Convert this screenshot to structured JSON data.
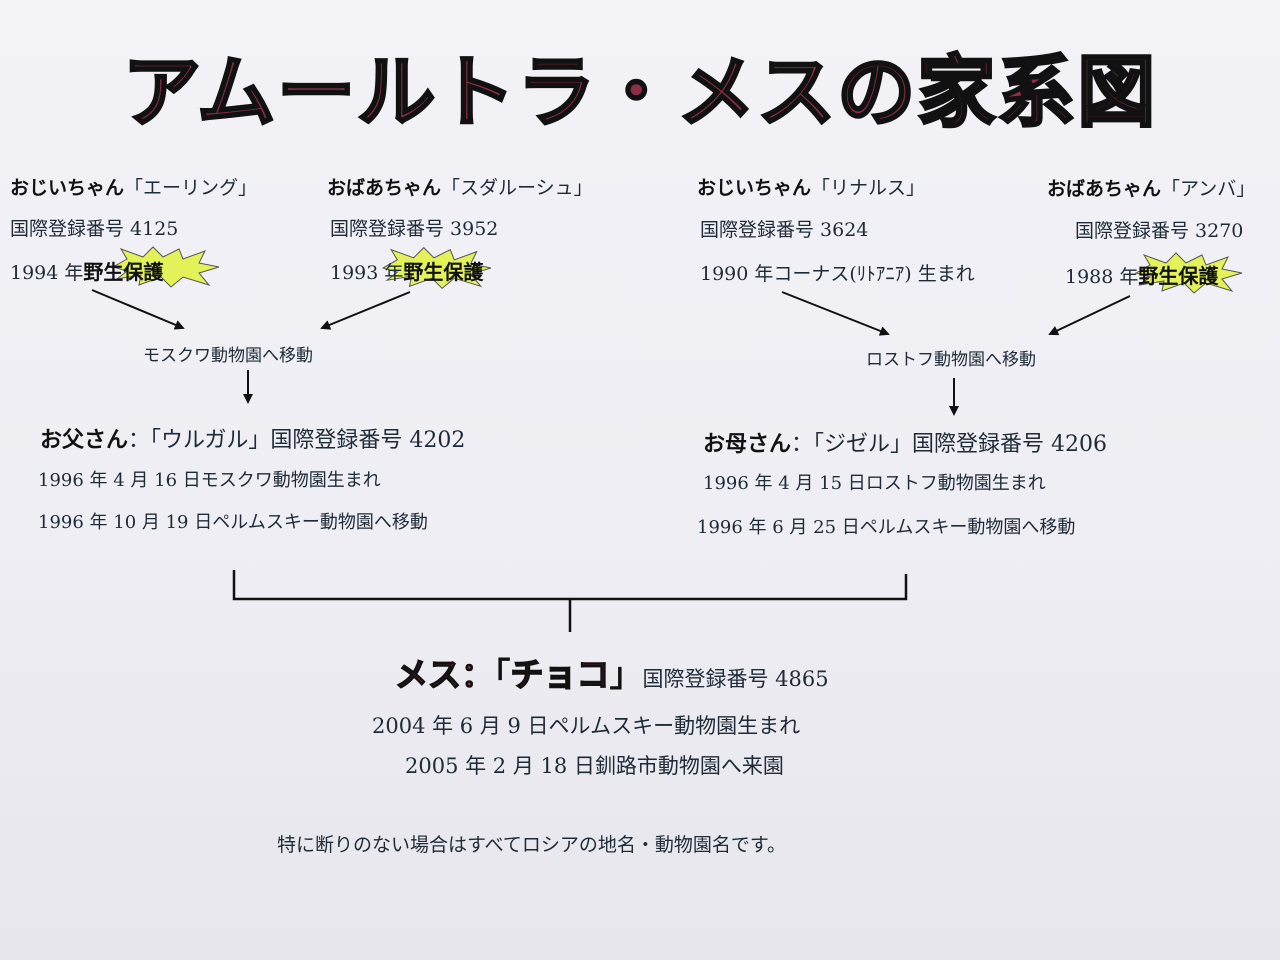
{
  "title": "アムールトラ・メスの家系図",
  "grandfather_left": {
    "relation": "おじいちゃん",
    "name": "「エーリング」",
    "reg": "国際登録番号 4125",
    "year": "1994 年",
    "note": "野生保護"
  },
  "grandmother_left": {
    "relation": "おばあちゃん",
    "name": "「スダルーシュ」",
    "reg": "国際登録番号 3952",
    "year": "1993 年",
    "note": "野生保護"
  },
  "grandfather_right": {
    "relation": "おじいちゃん",
    "name": "「リナルス」",
    "reg": "国際登録番号 3624",
    "birth": "1990 年コーナス(ﾘﾄｱﾆｱ) 生まれ"
  },
  "grandmother_right": {
    "relation": "おばあちゃん",
    "name": "「アンバ」",
    "reg": "国際登録番号 3270",
    "year": "1988 年",
    "note": "野生保護"
  },
  "move_left": "モスクワ動物園へ移動",
  "move_right": "ロストフ動物園へ移動",
  "father": {
    "relation": "お父さん",
    "name": "：「ウルガル」国際登録番号 4202",
    "line1": "1996 年 4 月 16 日モスクワ動物園生まれ",
    "line2": "1996 年 10 月 19 日ペルムスキー動物園へ移動"
  },
  "mother": {
    "relation": "お母さん",
    "name": "：「ジゼル」国際登録番号 4206",
    "line1": "1996 年 4 月 15 日ロストフ動物園生まれ",
    "line2": "1996 年 6 月 25 日ペルムスキー動物園へ移動"
  },
  "child": {
    "label": "メス：",
    "open_bracket": "「",
    "name": "チョコ",
    "close_bracket": "」",
    "reg": "国際登録番号 4865",
    "line1": "2004 年 6 月 9 日ペルムスキー動物園生まれ",
    "line2": "2005 年 2 月 18 日釧路市動物園へ来園"
  },
  "footnote": "特に断りのない場合はすべてロシアの地名・動物園名です。",
  "colors": {
    "title_fill": "#8e2f48",
    "burst_fill": "#e4f25a",
    "text": "#1e2a36"
  }
}
